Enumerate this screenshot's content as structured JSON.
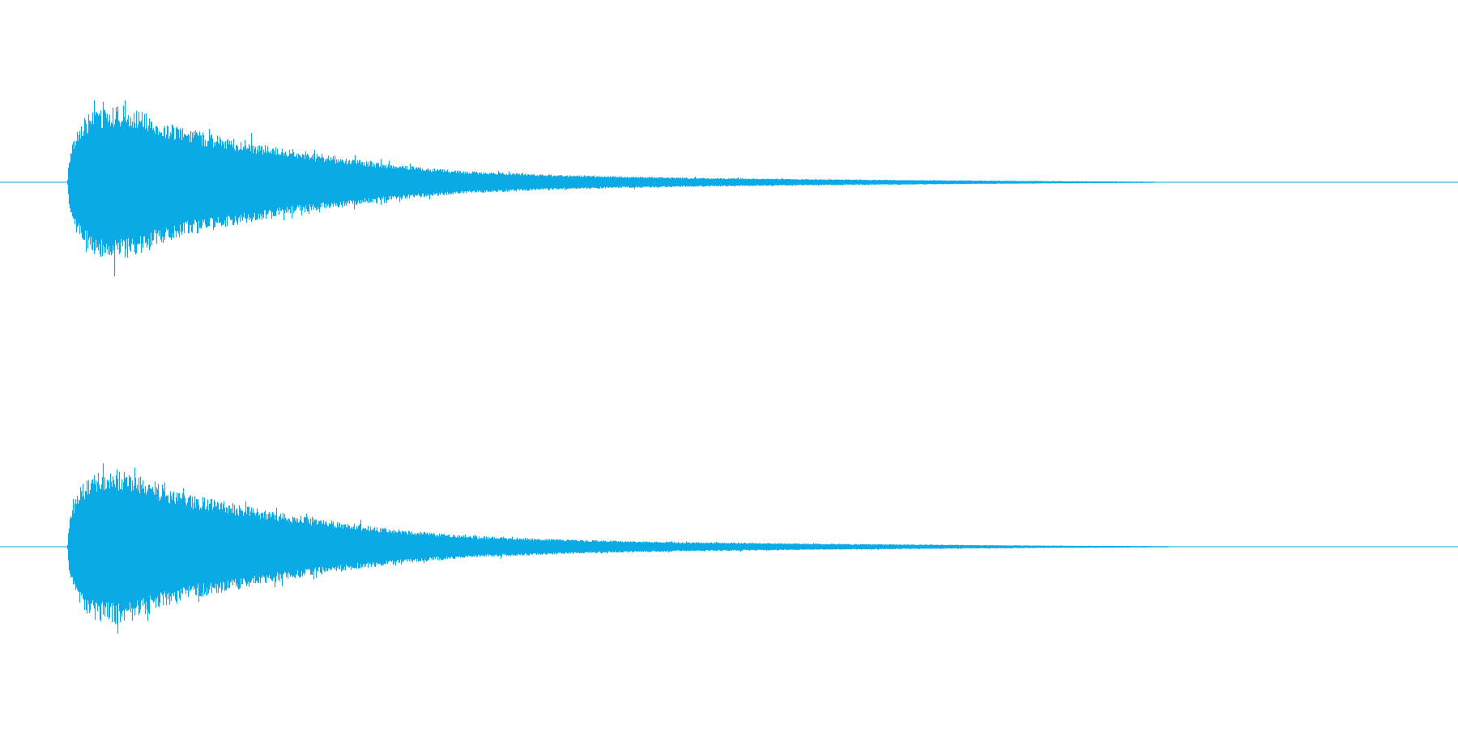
{
  "chart_data": {
    "type": "area",
    "description_kind": "stereo audio waveform",
    "color": "#0aaae6",
    "background": "#ffffff",
    "grid": false,
    "legend": "none",
    "x_range": [
      0,
      1
    ],
    "y_range": [
      -1,
      1
    ],
    "series": [
      {
        "envelope_points": [
          [
            0.0,
            0.0
          ],
          [
            0.046,
            0.0
          ],
          [
            0.047,
            0.18
          ],
          [
            0.05,
            0.34
          ],
          [
            0.055,
            0.48
          ],
          [
            0.062,
            0.56
          ],
          [
            0.07,
            0.6
          ],
          [
            0.082,
            0.62
          ],
          [
            0.095,
            0.58
          ],
          [
            0.11,
            0.5
          ],
          [
            0.13,
            0.42
          ],
          [
            0.155,
            0.36
          ],
          [
            0.18,
            0.3
          ],
          [
            0.21,
            0.24
          ],
          [
            0.245,
            0.18
          ],
          [
            0.28,
            0.13
          ],
          [
            0.32,
            0.09
          ],
          [
            0.37,
            0.065
          ],
          [
            0.42,
            0.048
          ],
          [
            0.48,
            0.036
          ],
          [
            0.55,
            0.026
          ],
          [
            0.62,
            0.019
          ],
          [
            0.67,
            0.014
          ],
          [
            0.73,
            0.009
          ],
          [
            0.79,
            0.005
          ],
          [
            0.8,
            0.0
          ],
          [
            1.0,
            0.0
          ]
        ]
      },
      {
        "envelope_points": [
          [
            0.0,
            0.0
          ],
          [
            0.046,
            0.0
          ],
          [
            0.047,
            0.18
          ],
          [
            0.05,
            0.34
          ],
          [
            0.055,
            0.48
          ],
          [
            0.062,
            0.57
          ],
          [
            0.07,
            0.61
          ],
          [
            0.082,
            0.62
          ],
          [
            0.095,
            0.58
          ],
          [
            0.11,
            0.5
          ],
          [
            0.13,
            0.42
          ],
          [
            0.155,
            0.36
          ],
          [
            0.18,
            0.3
          ],
          [
            0.21,
            0.24
          ],
          [
            0.245,
            0.18
          ],
          [
            0.28,
            0.13
          ],
          [
            0.32,
            0.09
          ],
          [
            0.37,
            0.065
          ],
          [
            0.42,
            0.048
          ],
          [
            0.48,
            0.036
          ],
          [
            0.55,
            0.026
          ],
          [
            0.62,
            0.019
          ],
          [
            0.67,
            0.014
          ],
          [
            0.73,
            0.009
          ],
          [
            0.8,
            0.005
          ],
          [
            0.805,
            0.0
          ],
          [
            1.0,
            0.0
          ]
        ]
      }
    ]
  }
}
